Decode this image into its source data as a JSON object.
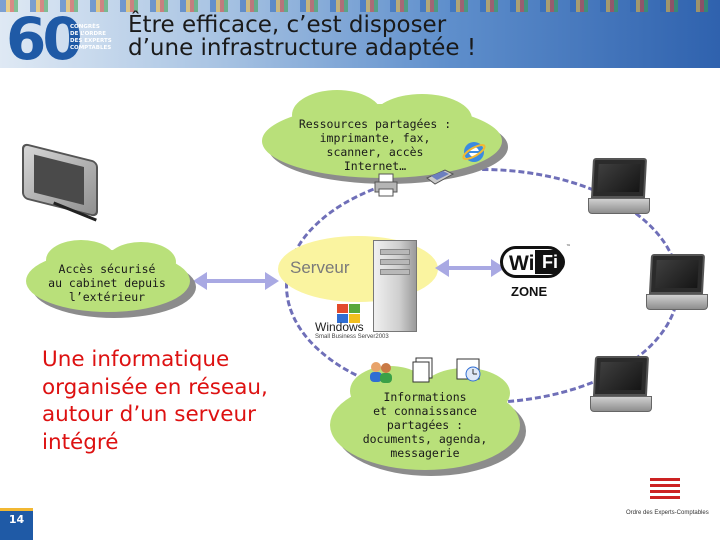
{
  "slide": {
    "title_line1": "Être efficace, c’est disposer",
    "title_line2": "d’une infrastructure adaptée !",
    "page_number": "14"
  },
  "header": {
    "logo_number": "60",
    "logo_text_line1": "CONGRÈS",
    "logo_text_line2": "DE L’ORDRE",
    "logo_text_line3": "DES EXPERTS",
    "logo_text_line4": "COMPTABLES"
  },
  "clouds": {
    "resources_line1": "Ressources partagées :",
    "resources_line2": "imprimante, fax,",
    "resources_line3": "scanner, accès",
    "resources_line4": "Internet…",
    "secure_line1": "Accès sécurisé",
    "secure_line2": "au cabinet depuis",
    "secure_line3": "l’extérieur",
    "info_line1": "Informations",
    "info_line2": "et connaissance",
    "info_line3": "partagées :",
    "info_line4": "documents, agenda,",
    "info_line5": "messagerie"
  },
  "server": {
    "label": "Serveur",
    "windows_word": "Windows",
    "windows_product": "Small Business Server2003"
  },
  "wifi": {
    "wi": "Wi",
    "fi": "Fi",
    "tm": "™",
    "zone": "ZONE"
  },
  "lead": {
    "line1": "Une informatique",
    "line2": "organisée en réseau,",
    "line3": "autour d’un serveur",
    "line4": "intégré"
  },
  "footer": {
    "ordre_text": "Ordre des Experts-Comptables"
  },
  "colors": {
    "accent_blue": "#1f5aa6",
    "cloud_green": "#b9e07a",
    "lead_red": "#dd1111",
    "ring_dash": "#6f6fb8",
    "serveur_yellow": "#faf4a0"
  }
}
